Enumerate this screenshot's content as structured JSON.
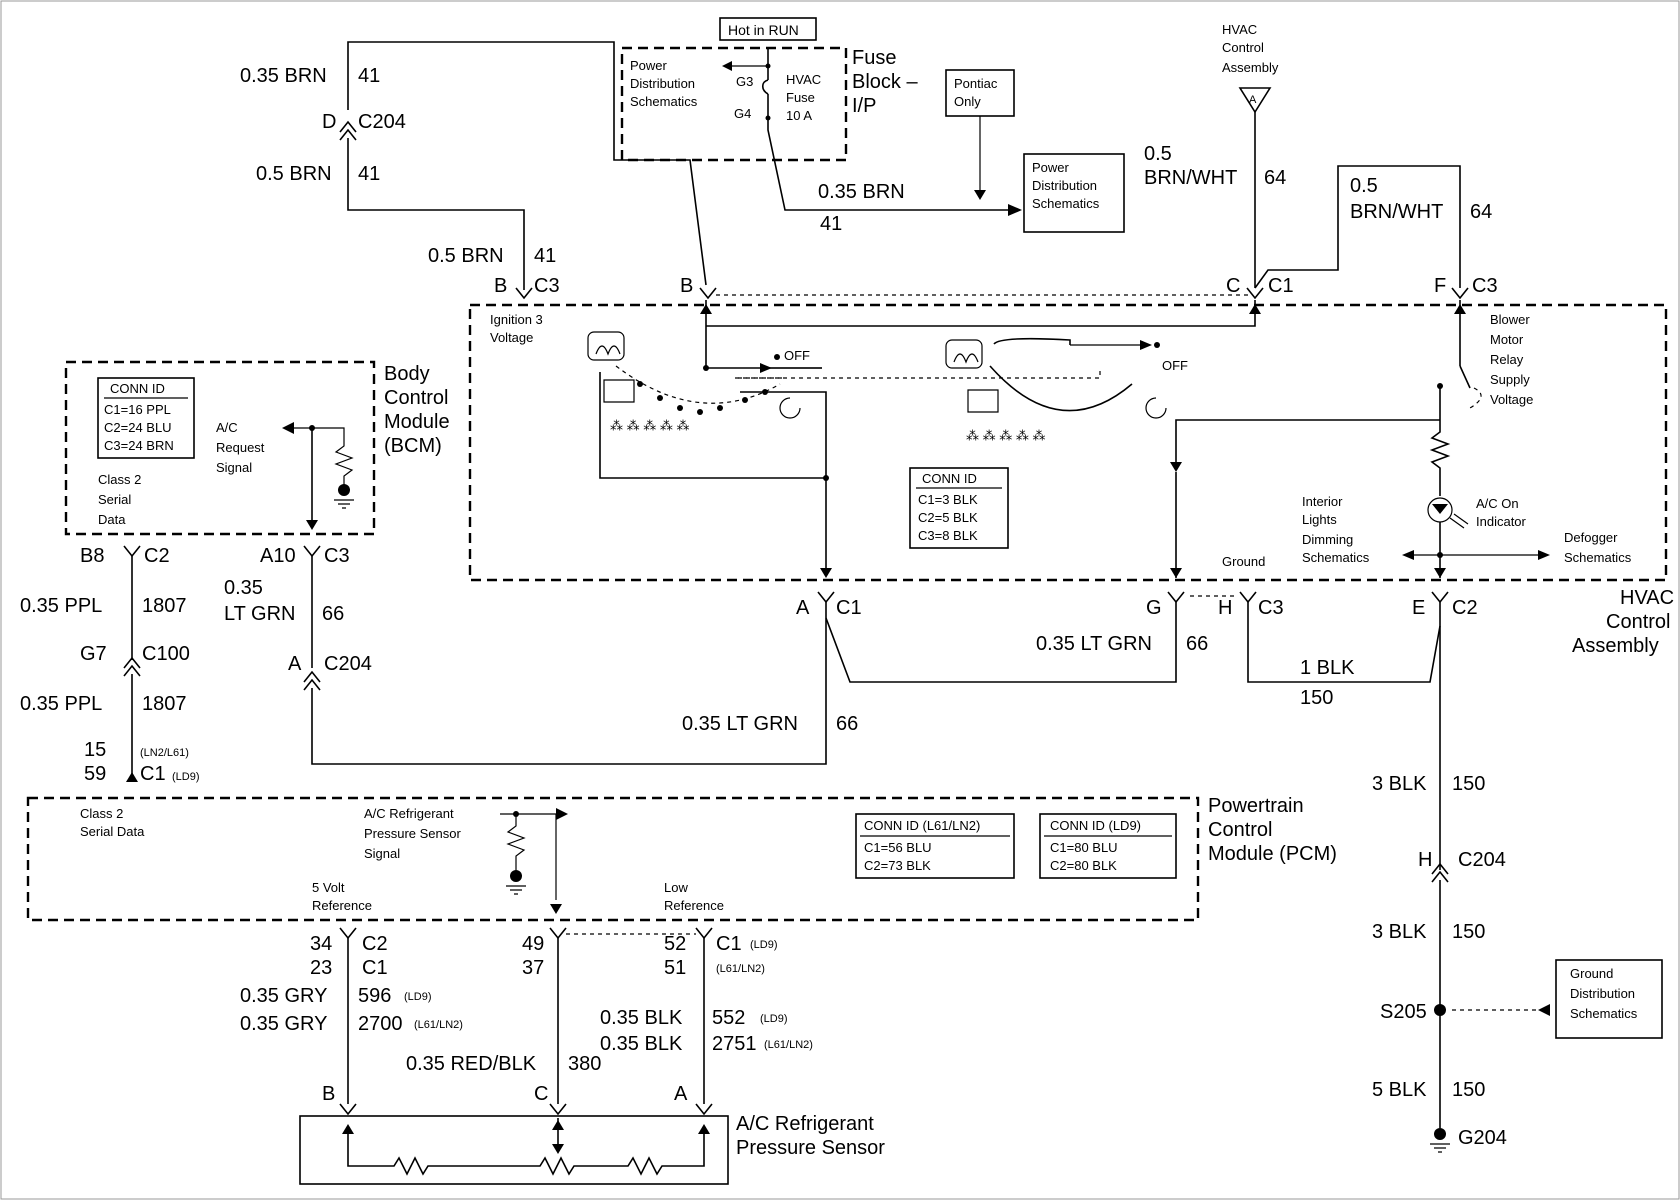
{
  "hot_in_run": "Hot in RUN",
  "fuse_block": {
    "label1": "Fuse",
    "label2": "Block –",
    "label3": "I/P",
    "pds1": "Power",
    "pds2": "Distribution",
    "pds3": "Schematics",
    "g3": "G3",
    "g4": "G4",
    "fuse1": "HVAC",
    "fuse2": "Fuse",
    "fuse3": "10 A"
  },
  "pontiac1": "Pontiac",
  "pontiac2": "Only",
  "pds_box": {
    "l1": "Power",
    "l2": "Distribution",
    "l3": "Schematics"
  },
  "wire_top_left": {
    "w1_gauge": "0.35 BRN",
    "w1_circuit": "41",
    "c204_pin": "D",
    "c204": "C204",
    "w2_gauge": "0.5 BRN",
    "w2_circuit": "41",
    "w3_gauge": "0.5 BRN",
    "w3_circuit": "41",
    "pin_b_c3": "B",
    "c3": "C3",
    "pin_b": "B",
    "fuse_out_gauge": "0.35 BRN",
    "fuse_out_circuit": "41"
  },
  "hvac_top": {
    "assembly1": "HVAC",
    "assembly2": "Control",
    "assembly3": "Assembly",
    "tri": "A",
    "w1_gauge1": "0.5",
    "w1_gauge2": "BRN/WHT",
    "w1_circuit": "64",
    "w2_gauge1": "0.5",
    "w2_gauge2": "BRN/WHT",
    "w2_circuit": "64",
    "pin_c": "C",
    "c1": "C1",
    "pin_f": "F",
    "c3": "C3"
  },
  "hvac_module": {
    "ign1": "Ignition 3",
    "ign2": "Voltage",
    "off1": "OFF",
    "off2": "OFF",
    "blower1": "Blower",
    "blower2": "Motor",
    "blower3": "Relay",
    "blower4": "Supply",
    "blower5": "Voltage",
    "conn_title": "CONN ID",
    "conn": [
      "C1=3 BLK",
      "C2=5 BLK",
      "C3=8 BLK"
    ],
    "interior1": "Interior",
    "interior2": "Lights",
    "interior3": "Dimming",
    "interior4": "Schematics",
    "acon1": "A/C On",
    "acon2": "Indicator",
    "defog1": "Defogger",
    "defog2": "Schematics",
    "ground": "Ground",
    "name1": "HVAC",
    "name2": "Control",
    "name3": "Assembly",
    "pin_a": "A",
    "c1": "C1",
    "pin_g": "G",
    "pin_h": "H",
    "c3": "C3",
    "pin_e": "E",
    "c2": "C2"
  },
  "bcm": {
    "name1": "Body",
    "name2": "Control",
    "name3": "Module",
    "name4": "(BCM)",
    "conn_title": "CONN ID",
    "conn": [
      "C1=16 PPL",
      "C2=24 BLU",
      "C3=24 BRN"
    ],
    "class2_1": "Class 2",
    "class2_2": "Serial",
    "class2_3": "Data",
    "acreq1": "A/C",
    "acreq2": "Request",
    "acreq3": "Signal",
    "pin_b8": "B8",
    "c2": "C2",
    "pin_a10": "A10",
    "c3": "C3"
  },
  "left_wires": {
    "w1_gauge": "0.35 PPL",
    "w1_circuit": "1807",
    "g7": "G7",
    "c100": "C100",
    "w2_gauge": "0.35 PPL",
    "w2_circuit": "1807",
    "pin15": "15",
    "ln2": "(LN2/L61)",
    "pin59": "59",
    "c1": "C1",
    "ld9": "(LD9)",
    "lg_gauge1": "0.35",
    "lg_gauge2": "LT GRN",
    "lg_circuit": "66",
    "pin_a": "A",
    "c204": "C204"
  },
  "mid_wires": {
    "lg1_gauge": "0.35 LT GRN",
    "lg1_circuit": "66",
    "lg2_gauge": "0.35 LT GRN",
    "lg2_circuit": "66",
    "blk_gauge": "1 BLK",
    "blk_circuit": "150"
  },
  "right_wires": {
    "w1_gauge": "3 BLK",
    "w1_circuit": "150",
    "pin_h": "H",
    "c204": "C204",
    "w2_gauge": "3 BLK",
    "w2_circuit": "150",
    "s205": "S205",
    "w3_gauge": "5 BLK",
    "w3_circuit": "150",
    "g204": "G204",
    "gds1": "Ground",
    "gds2": "Distribution",
    "gds3": "Schematics"
  },
  "pcm": {
    "name1": "Powertrain",
    "name2": "Control",
    "name3": "Module (PCM)",
    "class2_1": "Class 2",
    "class2_2": "Serial Data",
    "acref1": "A/C Refrigerant",
    "acref2": "Pressure Sensor",
    "acref3": "Signal",
    "v5_1": "5 Volt",
    "v5_2": "Reference",
    "low1": "Low",
    "low2": "Reference",
    "conn1_title": "CONN ID (L61/LN2)",
    "conn1": [
      "C1=56 BLU",
      "C2=73 BLK"
    ],
    "conn2_title": "CONN ID (LD9)",
    "conn2": [
      "C1=80 BLU",
      "C2=80 BLK"
    ]
  },
  "sensor_wires": {
    "p34": "34",
    "c2": "C2",
    "p23": "23",
    "c1": "C1",
    "gry1_gauge": "0.35 GRY",
    "gry1_circuit": "596",
    "gry1_note": "(LD9)",
    "gry2_gauge": "0.35 GRY",
    "gry2_circuit": "2700",
    "gry2_note": "(L61/LN2)",
    "p49": "49",
    "p37": "37",
    "red_gauge": "0.35 RED/BLK",
    "red_circuit": "380",
    "p52": "52",
    "c1b": "C1",
    "ld9": "(LD9)",
    "p51": "51",
    "l61": "(L61/LN2)",
    "blk1_gauge": "0.35 BLK",
    "blk1_circuit": "552",
    "blk1_note": "(LD9)",
    "blk2_gauge": "0.35 BLK",
    "blk2_circuit": "2751",
    "blk2_note": "(L61/LN2)",
    "pin_b": "B",
    "pin_c": "C",
    "pin_a": "A"
  },
  "sensor": {
    "name1": "A/C Refrigerant",
    "name2": "Pressure Sensor"
  }
}
